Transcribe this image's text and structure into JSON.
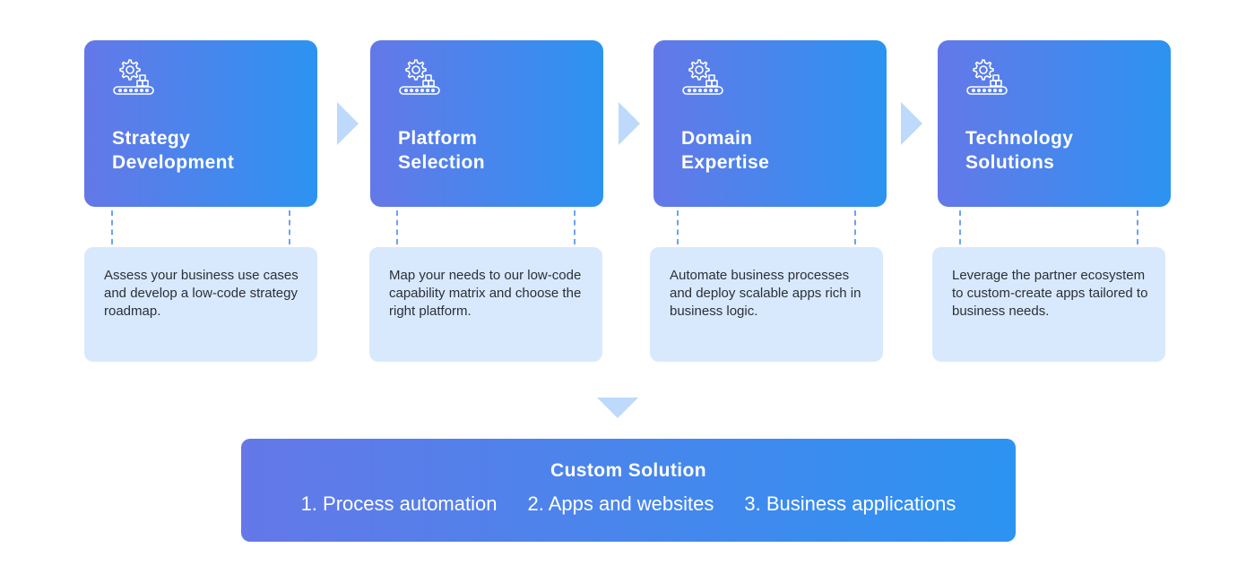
{
  "steps": [
    {
      "title": "Strategy\nDevelopment",
      "description": "Assess your business use cases and develop a low-code strategy roadmap.",
      "icon": "gear-conveyor-icon"
    },
    {
      "title": "Platform\nSelection",
      "description": "Map your needs to our low-code capability matrix and choose the right platform.",
      "icon": "gear-conveyor-icon"
    },
    {
      "title": "Domain\nExpertise",
      "description": "Automate business processes and deploy scalable apps rich in business logic.",
      "icon": "gear-conveyor-icon"
    },
    {
      "title": "Technology\nSolutions",
      "description": "Leverage the partner ecosystem to custom-create apps tailored to business needs.",
      "icon": "gear-conveyor-icon"
    }
  ],
  "solution": {
    "title": "Custom Solution",
    "items": [
      "1. Process automation",
      "2. Apps and websites",
      "3. Business applications"
    ]
  },
  "colors": {
    "gradient_start": "#6478e8",
    "gradient_end": "#2c93f1",
    "description_bg": "#d8e9fd",
    "arrow": "#bdd9fb",
    "dash": "#6aa4f5"
  }
}
